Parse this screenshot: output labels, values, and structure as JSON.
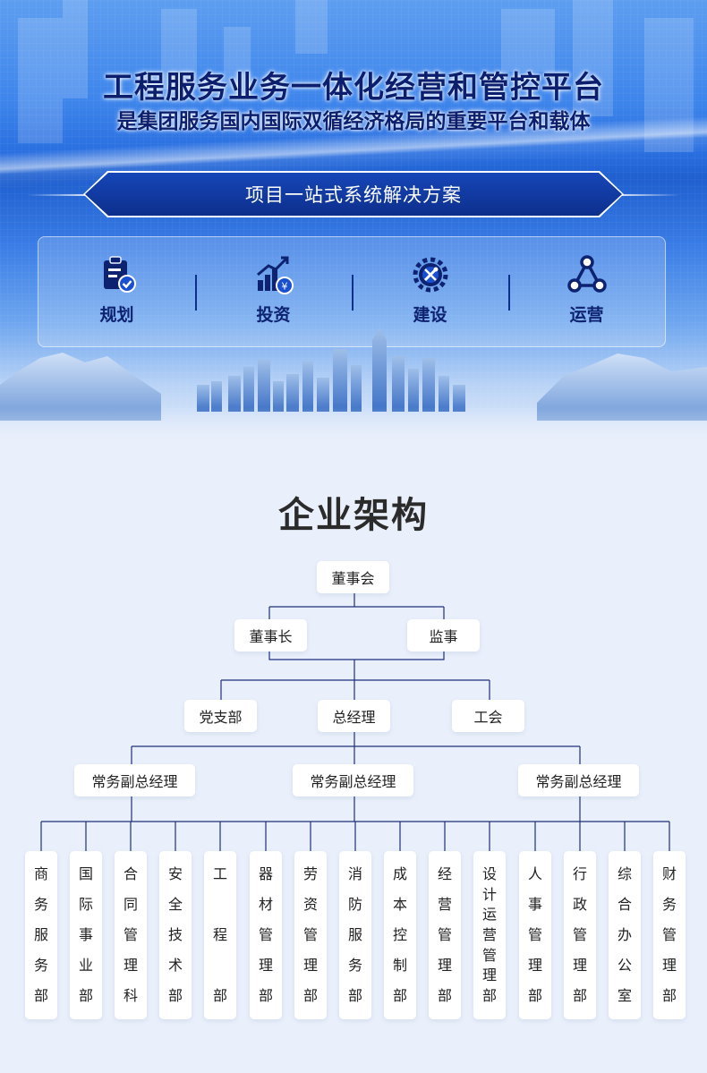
{
  "hero": {
    "title": "工程服务业务一体化经营和管控平台",
    "subtitle": "是集团服务国内国际双循经济格局的重要平台和载体",
    "banner": "项目一站式系统解决方案",
    "phases": [
      {
        "label": "规划",
        "icon": "clipboard-check-icon"
      },
      {
        "label": "投资",
        "icon": "growth-chart-icon"
      },
      {
        "label": "建设",
        "icon": "gear-tools-icon"
      },
      {
        "label": "运营",
        "icon": "network-triangle-icon"
      }
    ]
  },
  "org": {
    "title": "企业架构",
    "board": "董事会",
    "chairman": "董事长",
    "supervisor": "监事",
    "party_branch": "党支部",
    "general_manager": "总经理",
    "union": "工会",
    "vice_gms": [
      "常务副总经理",
      "常务副总经理",
      "常务副总经理"
    ],
    "departments": [
      "商务服务部",
      "国际事业部",
      "合同管理科",
      "安全技术部",
      "工程部",
      "器材管理部",
      "劳资管理部",
      "消防服务部",
      "成本控制部",
      "经营管理部",
      "设计运营管理部",
      "人事管理部",
      "行政管理部",
      "综合办公室",
      "财务管理部"
    ]
  },
  "colors": {
    "accent_dark": "#0d2f8c",
    "line": "#1e2f7a",
    "background": "#eaf0fb"
  }
}
